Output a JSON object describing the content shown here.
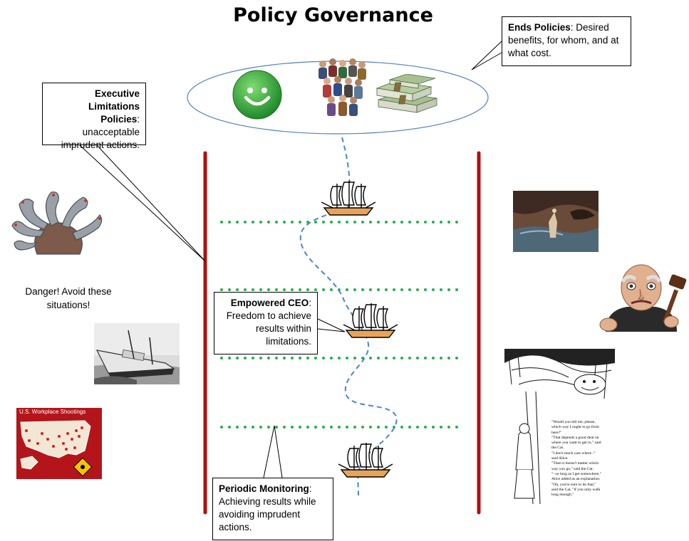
{
  "title": "Policy Governance",
  "ends_callout": {
    "bold": "Ends Policies",
    "text": ": Desired benefits, for whom, and at what cost."
  },
  "exec_callout": {
    "bold_line1": "Executive",
    "bold_line2": "Limitations Policies",
    "text_line1": "unacceptable",
    "text_line2": "imprudent actions."
  },
  "ceo_callout": {
    "bold": "Empowered CEO",
    "text_line1": "Freedom to achieve",
    "text_line2": "results within",
    "text_line3": "limitations."
  },
  "monitor_callout": {
    "bold": "Periodic Monitoring",
    "text_line1": "Achieving results while",
    "text_line2": "avoiding imprudent",
    "text_line3": "actions."
  },
  "danger_text": {
    "line1": "Danger!  Avoid these",
    "line2": "situations!"
  },
  "shootings_map": {
    "title": "U.S. Workplace Shootings"
  },
  "alice_text": [
    "\"Would you tell me, please,",
    "which way I ought to go from",
    "here?\"",
    "\"That depends a good deal on",
    "where you want to get to,\" said",
    "the Cat.",
    "\"I don't much care where -\"",
    "said Alice.",
    "\"Then it doesn't matter which",
    "way you go,\" said the Cat.",
    "\"- so long as I get somewhere,\"",
    "Alice added as an explanation.",
    "\"Oh, you're sure to do that,\"",
    "said the Cat, \"if you only walk",
    "long enough.\""
  ],
  "colors": {
    "rails": "#b01010",
    "dots": "#22b14c",
    "path": "#4a86c8",
    "smiley": "#2fa53a",
    "map_bg": "#b3151b"
  }
}
